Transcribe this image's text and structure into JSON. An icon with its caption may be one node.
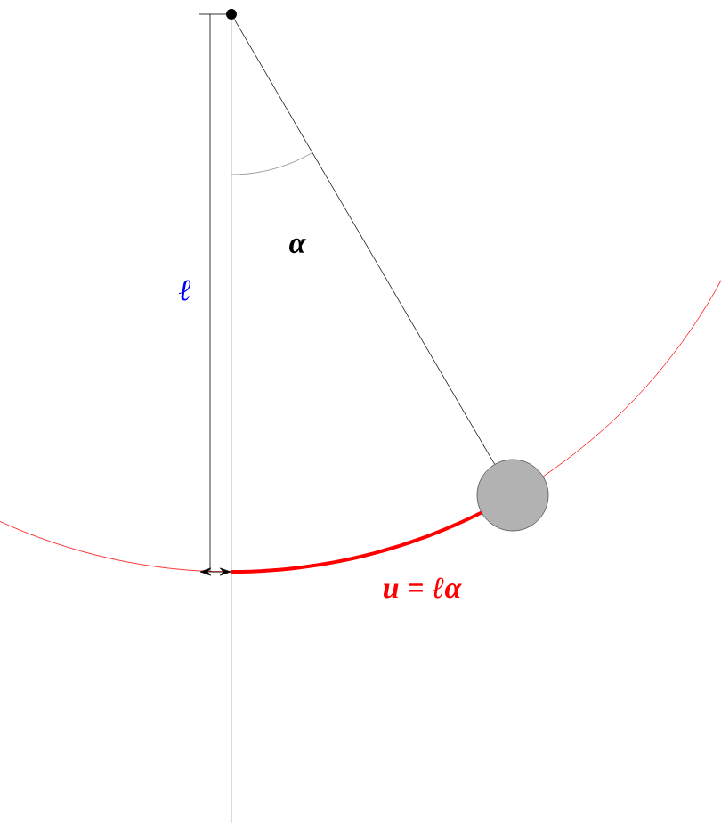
{
  "diagram": {
    "nodes": [
      {
        "text": [],
        "shape": "circle"
      },
      {
        "text": [],
        "shape": "circle"
      }
    ],
    "edges": [
      {
        "from": 0,
        "to": 1,
        "arrow": "none"
      }
    ],
    "labels": [
      "ℓ",
      "α",
      "u = ℓα"
    ]
  }
}
